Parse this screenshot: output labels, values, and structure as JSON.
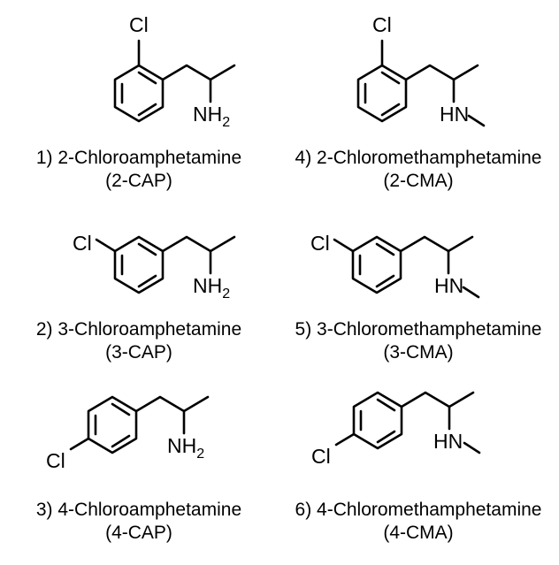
{
  "compounds": [
    {
      "number": "1)",
      "name": "2-Chloroamphetamine",
      "abbr": "(2-CAP)",
      "caption": "1) 2-Chloroamphetamine",
      "chlorine": "Cl",
      "amine": "NH",
      "amine_sub": "2"
    },
    {
      "number": "2)",
      "name": "3-Chloroamphetamine",
      "abbr": "(3-CAP)",
      "caption": "2) 3-Chloroamphetamine",
      "chlorine": "Cl",
      "amine": "NH",
      "amine_sub": "2"
    },
    {
      "number": "3)",
      "name": "4-Chloroamphetamine",
      "abbr": "(4-CAP)",
      "caption": "3) 4-Chloroamphetamine",
      "chlorine": "Cl",
      "amine": "NH",
      "amine_sub": "2"
    },
    {
      "number": "4)",
      "name": "2-Chloromethamphetamine",
      "abbr": "(2-CMA)",
      "caption": "4) 2-Chloromethamphetamine",
      "chlorine": "Cl",
      "amine": "HN"
    },
    {
      "number": "5)",
      "name": "3-Chloromethamphetamine",
      "abbr": "(3-CMA)",
      "caption": "5) 3-Chloromethamphetamine",
      "chlorine": "Cl",
      "amine": "HN"
    },
    {
      "number": "6)",
      "name": "4-Chloromethamphetamine",
      "abbr": "(4-CMA)",
      "caption": "6) 4-Chloromethamphetamine",
      "chlorine": "Cl",
      "amine": "HN"
    }
  ]
}
